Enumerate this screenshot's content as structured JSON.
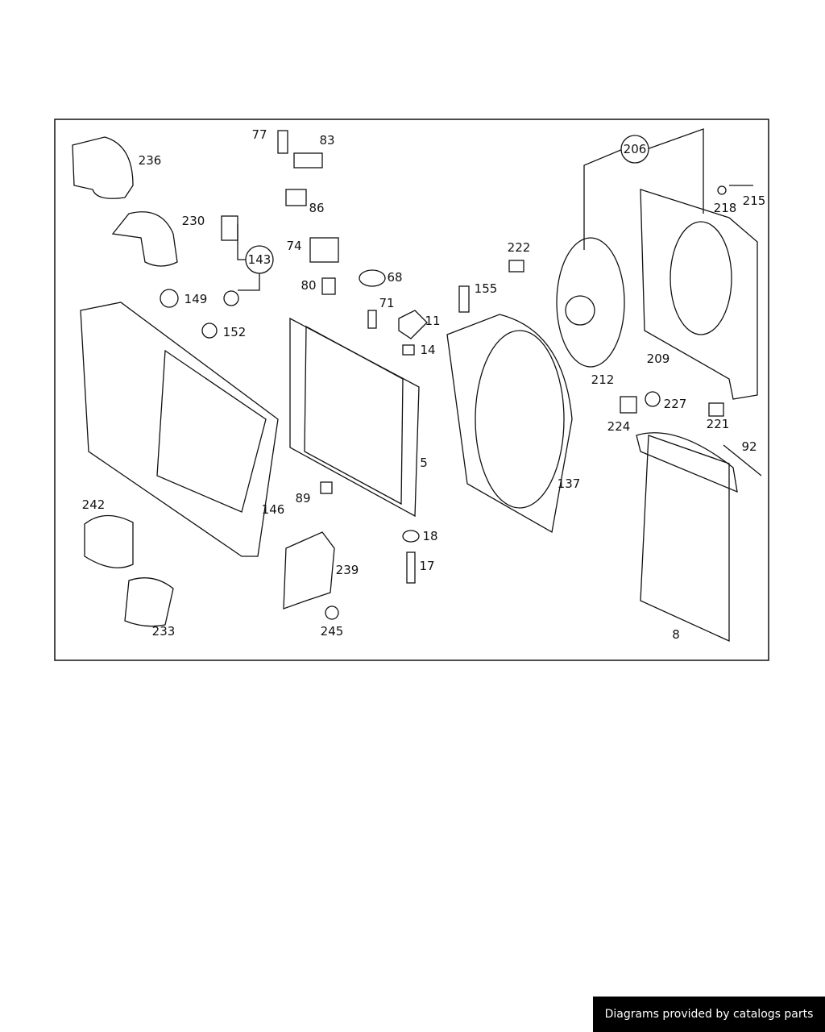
{
  "diagram": {
    "part_labels": [
      "77",
      "83",
      "236",
      "86",
      "230",
      "218",
      "215",
      "74",
      "222",
      "68",
      "80",
      "155",
      "149",
      "71",
      "11",
      "152",
      "14",
      "209",
      "212",
      "227",
      "224",
      "221",
      "92",
      "5",
      "137",
      "89",
      "242",
      "146",
      "18",
      "239",
      "17",
      "233",
      "245",
      "8"
    ],
    "group_labels": [
      "206",
      "143"
    ]
  },
  "footer": {
    "text": "Diagrams provided by catalogs parts"
  }
}
